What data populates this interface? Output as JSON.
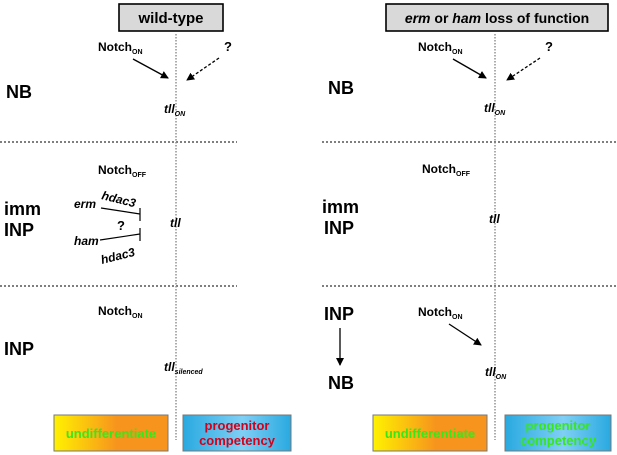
{
  "panels": {
    "wildtype": {
      "title": "wild-type",
      "notch_on_top": "Notch",
      "notch_on_top_sub": "ON",
      "question_top": "?",
      "nb_label": "NB",
      "tll_on": "tll",
      "tll_on_sub": "ON",
      "notch_off": "Notch",
      "notch_off_sub": "OFF",
      "imm_label": "imm",
      "inp_label_mid": "INP",
      "erm": "erm",
      "ham": "ham",
      "hdac3_top": "hdac3",
      "hdac3_bottom": "hdac3",
      "question_mid": "?",
      "tll_mid": "tll",
      "notch_on_bottom": "Notch",
      "notch_on_bottom_sub": "ON",
      "inp_label_bottom": "INP",
      "tll_silenced": "tll",
      "tll_silenced_sub": "silenced",
      "box_left": "undifferentiate",
      "box_right_line1": "progenitor",
      "box_right_line2": "competency"
    },
    "mutant": {
      "title_italic1": "erm",
      "title_or": " or ",
      "title_italic2": "ham",
      "title_rest": " loss of function",
      "notch_on_top": "Notch",
      "notch_on_top_sub": "ON",
      "question_top": "?",
      "nb_label": "NB",
      "tll_on": "tll",
      "tll_on_sub": "ON",
      "notch_off": "Notch",
      "notch_off_sub": "OFF",
      "imm_label": "imm",
      "inp_label_mid": "INP",
      "tll_mid": "tll",
      "inp_label_bottom": "INP",
      "nb_label_bottom": "NB",
      "notch_on_bottom": "Notch",
      "notch_on_bottom_sub": "ON",
      "tll_on_bottom": "tll",
      "tll_on_bottom_sub": "ON",
      "box_left": "undifferentiate",
      "box_right_line1": "progenitor",
      "box_right_line2": "competency"
    }
  },
  "colors": {
    "orange": "#f7941d",
    "yellow": "#fff200",
    "blue": "#29a9e0",
    "green_text": "#39e61a",
    "red_text": "#d0021b",
    "title_box": "#d9d9d9"
  }
}
